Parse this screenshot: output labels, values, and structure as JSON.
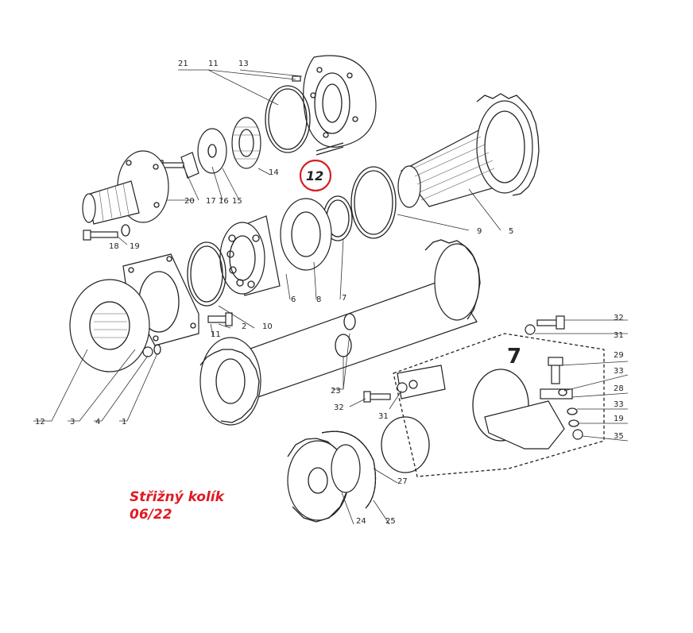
{
  "diagram": {
    "highlight": {
      "label": "12",
      "color": "#d42020"
    },
    "callouts": [
      {
        "id": "c21",
        "text": "21"
      },
      {
        "id": "c11a",
        "text": "11"
      },
      {
        "id": "c13",
        "text": "13"
      },
      {
        "id": "c14",
        "text": "14"
      },
      {
        "id": "c15",
        "text": "15"
      },
      {
        "id": "c16",
        "text": "16"
      },
      {
        "id": "c17",
        "text": "17"
      },
      {
        "id": "c20",
        "text": "20"
      },
      {
        "id": "c18",
        "text": "18"
      },
      {
        "id": "c19a",
        "text": "19"
      },
      {
        "id": "c9",
        "text": "9"
      },
      {
        "id": "c5",
        "text": "5"
      },
      {
        "id": "c6",
        "text": "6"
      },
      {
        "id": "c8",
        "text": "8"
      },
      {
        "id": "c7",
        "text": "7"
      },
      {
        "id": "c2",
        "text": "2"
      },
      {
        "id": "c10",
        "text": "10"
      },
      {
        "id": "c11b",
        "text": "11"
      },
      {
        "id": "c12",
        "text": "12"
      },
      {
        "id": "c3",
        "text": "3"
      },
      {
        "id": "c4",
        "text": "4"
      },
      {
        "id": "c1",
        "text": "1"
      },
      {
        "id": "c23",
        "text": "23"
      },
      {
        "id": "c32a",
        "text": "32"
      },
      {
        "id": "c31a",
        "text": "31"
      },
      {
        "id": "c32b",
        "text": "32"
      },
      {
        "id": "c31b",
        "text": "31"
      },
      {
        "id": "c29",
        "text": "29"
      },
      {
        "id": "c33a",
        "text": "33"
      },
      {
        "id": "c28",
        "text": "28"
      },
      {
        "id": "c33b",
        "text": "33"
      },
      {
        "id": "c19b",
        "text": "19"
      },
      {
        "id": "c35",
        "text": "35"
      },
      {
        "id": "c27",
        "text": "27"
      },
      {
        "id": "c24",
        "text": "24"
      },
      {
        "id": "c25",
        "text": "25"
      },
      {
        "id": "c7big",
        "text": "7"
      }
    ]
  },
  "caption": {
    "line1": "Střižný kolík",
    "line2": "06/22",
    "color": "#e01b24"
  }
}
